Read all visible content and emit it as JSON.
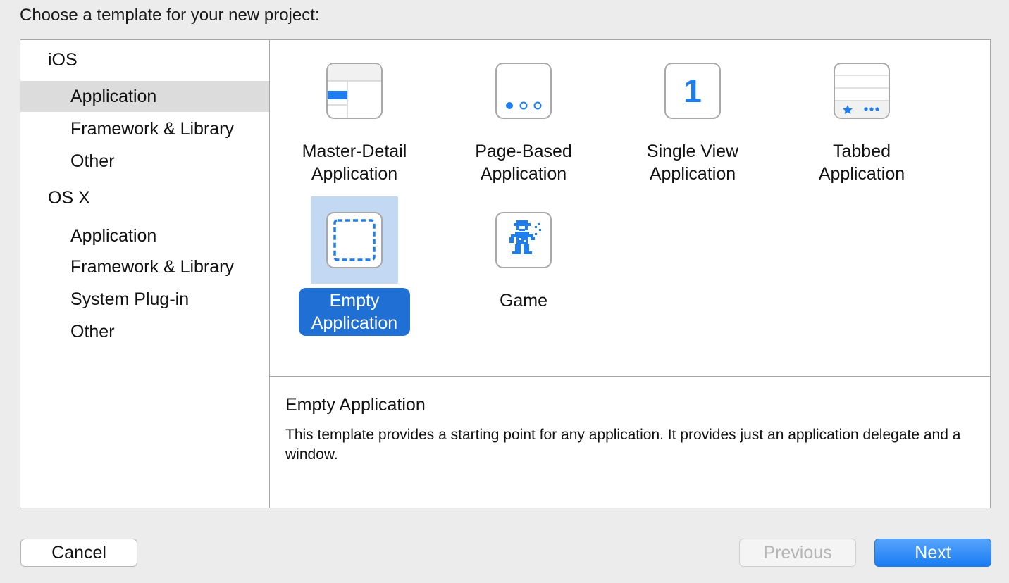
{
  "prompt": "Choose a template for your new project:",
  "sidebar": {
    "sections": [
      {
        "title": "iOS",
        "items": [
          {
            "label": "Application",
            "selected": true
          },
          {
            "label": "Framework & Library",
            "selected": false
          },
          {
            "label": "Other",
            "selected": false
          }
        ]
      },
      {
        "title": "OS X",
        "items": [
          {
            "label": "Application",
            "selected": false
          },
          {
            "label": "Framework & Library",
            "selected": false
          },
          {
            "label": "System Plug-in",
            "selected": false
          },
          {
            "label": "Other",
            "selected": false
          }
        ]
      }
    ]
  },
  "templates": [
    {
      "line1": "Master-Detail",
      "line2": "Application",
      "icon": "master-detail-icon",
      "selected": false
    },
    {
      "line1": "Page-Based",
      "line2": "Application",
      "icon": "page-based-icon",
      "selected": false
    },
    {
      "line1": "Single View",
      "line2": "Application",
      "icon": "single-view-icon",
      "icon_text": "1",
      "selected": false
    },
    {
      "line1": "Tabbed",
      "line2": "Application",
      "icon": "tabbed-icon",
      "selected": false
    },
    {
      "line1": "Empty",
      "line2": "Application",
      "icon": "empty-icon",
      "selected": true
    },
    {
      "line1": "Game",
      "line2": "",
      "icon": "game-icon",
      "selected": false
    }
  ],
  "description": {
    "title": "Empty Application",
    "text": "This template provides a starting point for any application. It provides just an application delegate and a window."
  },
  "buttons": {
    "cancel": "Cancel",
    "previous": "Previous",
    "next": "Next"
  },
  "colors": {
    "accent": "#1f6fd4",
    "icon_blue": "#1e7ef0",
    "selection_tile": "#c3d9f3",
    "sidebar_selection": "#dcdcdc"
  }
}
